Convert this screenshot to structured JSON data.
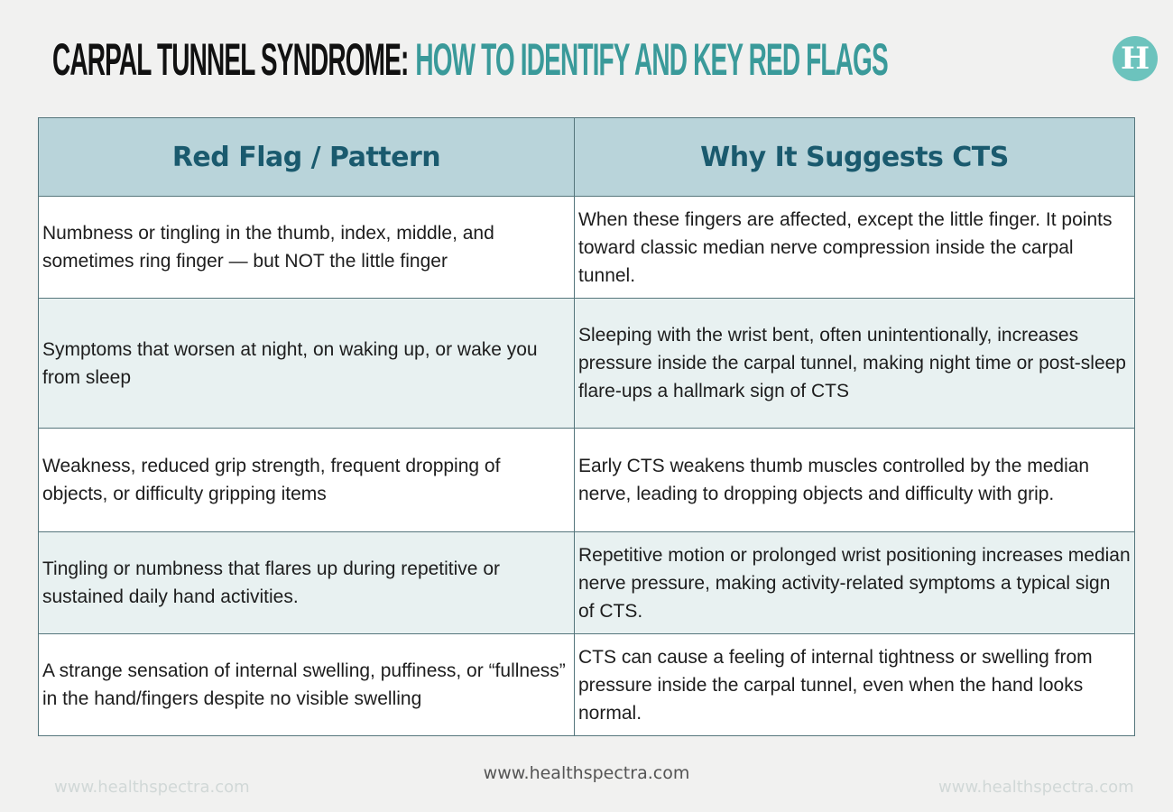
{
  "title": {
    "part1": "CARPAL TUNNEL SYNDROME:",
    "part2": "HOW TO IDENTIFY AND KEY RED FLAGS"
  },
  "logo": {
    "letter": "H"
  },
  "table": {
    "headers": [
      "Red Flag / Pattern",
      "Why It Suggests CTS"
    ],
    "rows": [
      [
        "Numbness or tingling in the thumb, index, middle, and sometimes ring finger — but NOT the little finger",
        "When these fingers are affected, except the little finger. It points toward classic median nerve compression inside the carpal tunnel."
      ],
      [
        "Symptoms that worsen at night, on waking up, or wake you from sleep",
        "Sleeping with the wrist bent, often unintentionally, increases pressure inside the carpal tunnel, making night time or post-sleep flare-ups a hallmark sign of CTS"
      ],
      [
        "Weakness, reduced grip strength, frequent dropping of objects, or difficulty gripping items",
        "Early CTS weakens thumb muscles controlled by the median nerve, leading to dropping objects and difficulty with grip."
      ],
      [
        "Tingling or numbness that flares up during repetitive or sustained daily hand activities.",
        "Repetitive motion or prolonged wrist positioning increases median nerve pressure, making activity-related symptoms a typical sign of CTS."
      ],
      [
        "A strange sensation of internal swelling, puffiness, or “fullness” in the hand/fingers despite no visible swelling",
        "CTS can cause a feeling of internal tightness or swelling from pressure inside the carpal tunnel, even when the hand looks normal."
      ]
    ]
  },
  "watermark": "www.healthspectra.com",
  "footer": "www.healthspectra.com",
  "colors": {
    "accent": "#3a9a9a",
    "header_bg": "#b9d4da",
    "header_text": "#1a5a6e",
    "alt_row": "#e8f1f1"
  }
}
